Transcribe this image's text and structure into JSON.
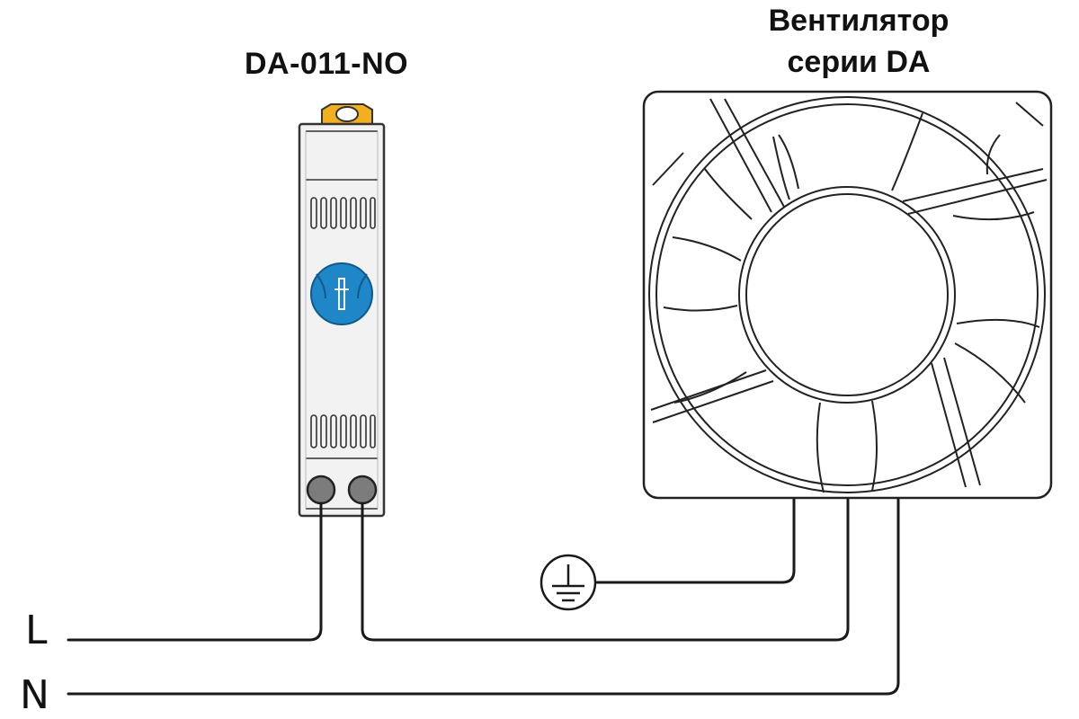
{
  "thermostat": {
    "label": "DA-011-NO"
  },
  "fan": {
    "label_line1": "Вентилятор",
    "label_line2": "серии DA"
  },
  "lines": {
    "live": "L",
    "neutral": "N"
  },
  "symbols": {
    "ground": "ground-icon"
  },
  "colors": {
    "wire": "#1a1a1a",
    "dial_blue": "#1f86c8",
    "clip_yellow": "#f2b01e",
    "terminal_grey": "#7c7c7c",
    "housing": "#f2f2f2"
  }
}
